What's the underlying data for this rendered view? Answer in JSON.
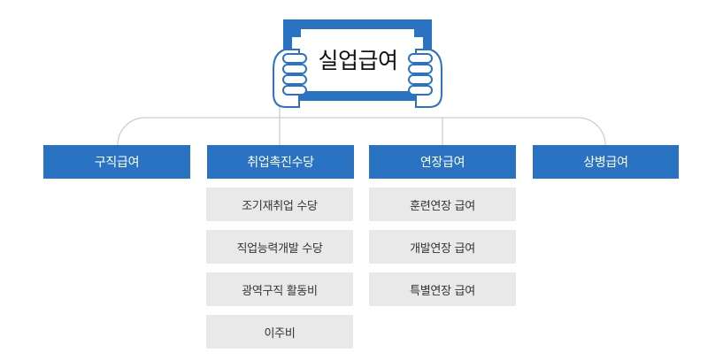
{
  "root": {
    "label": "실업급여"
  },
  "colors": {
    "accent": "#2a72c2",
    "sub_bg": "#e9e9e9",
    "connector": "#cccccc"
  },
  "categories": [
    {
      "label": "구직급여",
      "items": []
    },
    {
      "label": "취업촉진수당",
      "items": [
        "조기재취업 수당",
        "직업능력개발 수당",
        "광역구직 활동비",
        "이주비"
      ]
    },
    {
      "label": "연장급여",
      "items": [
        "훈련연장 급여",
        "개발연장 급여",
        "특별연장 급여"
      ]
    },
    {
      "label": "상병급여",
      "items": []
    }
  ]
}
